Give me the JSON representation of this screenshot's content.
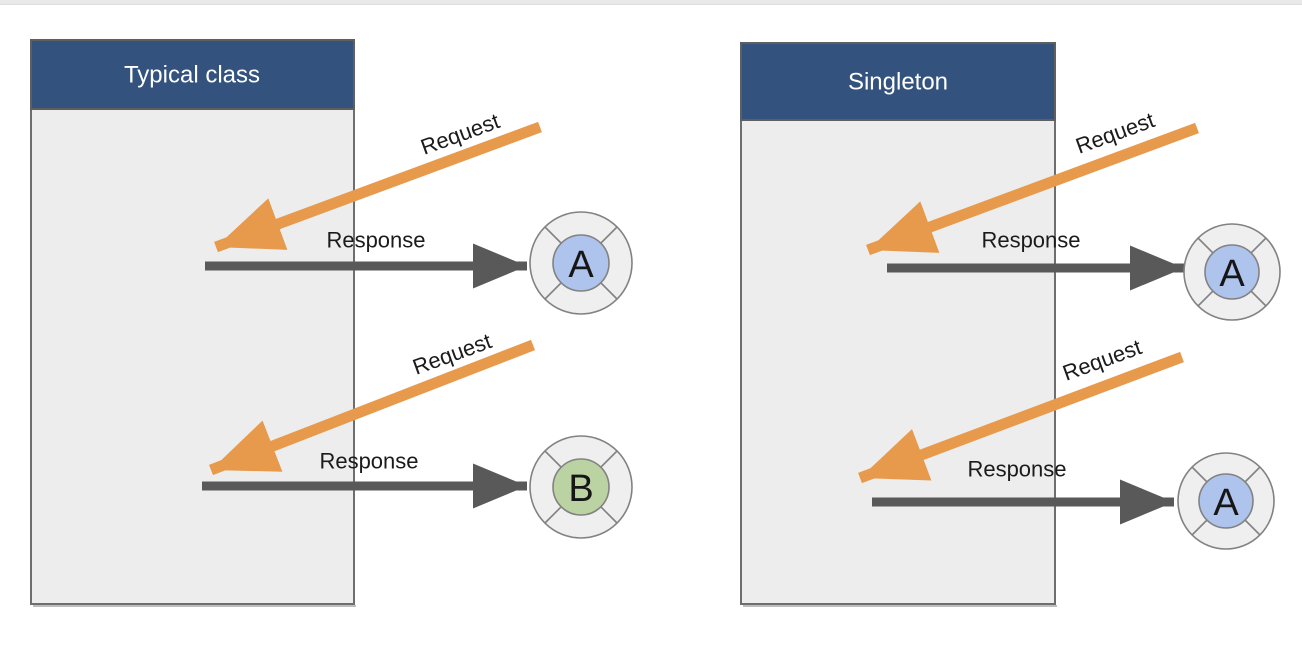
{
  "chrome": {
    "top_strip_color": "#e9e9e9"
  },
  "colors": {
    "background": "#ffffff",
    "class_header": "#33527e",
    "class_body": "#ededed",
    "class_border": "#6e6e6e",
    "request_arrow": "#e79a4c",
    "response_arrow": "#595959",
    "label_text": "#1b1b1b",
    "title_text": "#ffffff",
    "instance_ring_fill": "#efefef",
    "instance_stroke": "#828282",
    "instance_a_fill": "#aec4ec",
    "instance_b_fill": "#bbd3a2"
  },
  "panels": [
    {
      "title": "Typical class",
      "interactions": [
        {
          "request_label": "Request",
          "response_label": "Response",
          "instance_letter": "A",
          "instance_color": "#aec4ec"
        },
        {
          "request_label": "Request",
          "response_label": "Response",
          "instance_letter": "B",
          "instance_color": "#bbd3a2"
        }
      ]
    },
    {
      "title": "Singleton",
      "interactions": [
        {
          "request_label": "Request",
          "response_label": "Response",
          "instance_letter": "A",
          "instance_color": "#aec4ec"
        },
        {
          "request_label": "Request",
          "response_label": "Response",
          "instance_letter": "A",
          "instance_color": "#aec4ec"
        }
      ]
    }
  ]
}
